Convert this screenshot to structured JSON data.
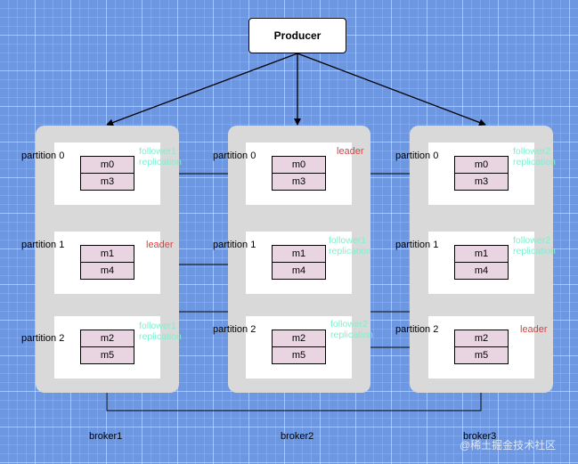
{
  "producer": {
    "label": "Producer"
  },
  "brokers": [
    {
      "name": "broker1",
      "partitions": [
        {
          "label": "partition 0",
          "messages": [
            "m0",
            "m3"
          ],
          "role": "follower",
          "role_lines": [
            "follower1",
            "replication"
          ]
        },
        {
          "label": "partition 1",
          "messages": [
            "m1",
            "m4"
          ],
          "role": "leader",
          "role_lines": [
            "leader"
          ]
        },
        {
          "label": "partition 2",
          "messages": [
            "m2",
            "m5"
          ],
          "role": "follower",
          "role_lines": [
            "follower1",
            "replication"
          ]
        }
      ]
    },
    {
      "name": "broker2",
      "partitions": [
        {
          "label": "partition 0",
          "messages": [
            "m0",
            "m3"
          ],
          "role": "leader",
          "role_lines": [
            "leader"
          ]
        },
        {
          "label": "partition 1",
          "messages": [
            "m1",
            "m4"
          ],
          "role": "follower",
          "role_lines": [
            "follower1",
            "replication"
          ]
        },
        {
          "label": "partition 2",
          "messages": [
            "m2",
            "m5"
          ],
          "role": "follower",
          "role_lines": [
            "follower2",
            "replication"
          ]
        }
      ]
    },
    {
      "name": "broker3",
      "partitions": [
        {
          "label": "partition 0",
          "messages": [
            "m0",
            "m3"
          ],
          "role": "follower",
          "role_lines": [
            "follower2",
            "replication"
          ]
        },
        {
          "label": "partition 1",
          "messages": [
            "m1",
            "m4"
          ],
          "role": "follower",
          "role_lines": [
            "follower2",
            "replication"
          ]
        },
        {
          "label": "partition 2",
          "messages": [
            "m2",
            "m5"
          ],
          "role": "leader",
          "role_lines": [
            "leader"
          ]
        }
      ]
    }
  ],
  "watermark": "@稀土掘金技术社区",
  "colors": {
    "leader": "#e83b3b",
    "follower": "#7ff0cf",
    "message_fill": "#e9d5e1",
    "broker_fill": "#d9d9d9",
    "background": "#6d97e0"
  }
}
